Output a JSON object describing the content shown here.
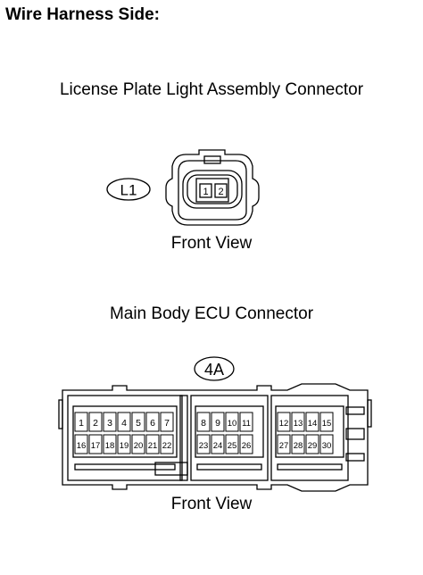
{
  "title": "Wire Harness Side:",
  "license_plate_connector": {
    "name": "License Plate Light Assembly Connector",
    "code": "L1",
    "pins": [
      "1",
      "2"
    ],
    "view": "Front View"
  },
  "ecu_connector": {
    "name": "Main Body ECU Connector",
    "code": "4A",
    "view": "Front View",
    "groups": [
      {
        "top": [
          "1",
          "2",
          "3",
          "4",
          "5",
          "6",
          "7"
        ],
        "bottom": [
          "16",
          "17",
          "18",
          "19",
          "20",
          "21",
          "22"
        ]
      },
      {
        "top": [
          "8",
          "9",
          "10",
          "11"
        ],
        "bottom": [
          "23",
          "24",
          "25",
          "26"
        ]
      },
      {
        "top": [
          "12",
          "13",
          "14",
          "15"
        ],
        "bottom": [
          "27",
          "28",
          "29",
          "30"
        ]
      }
    ]
  }
}
